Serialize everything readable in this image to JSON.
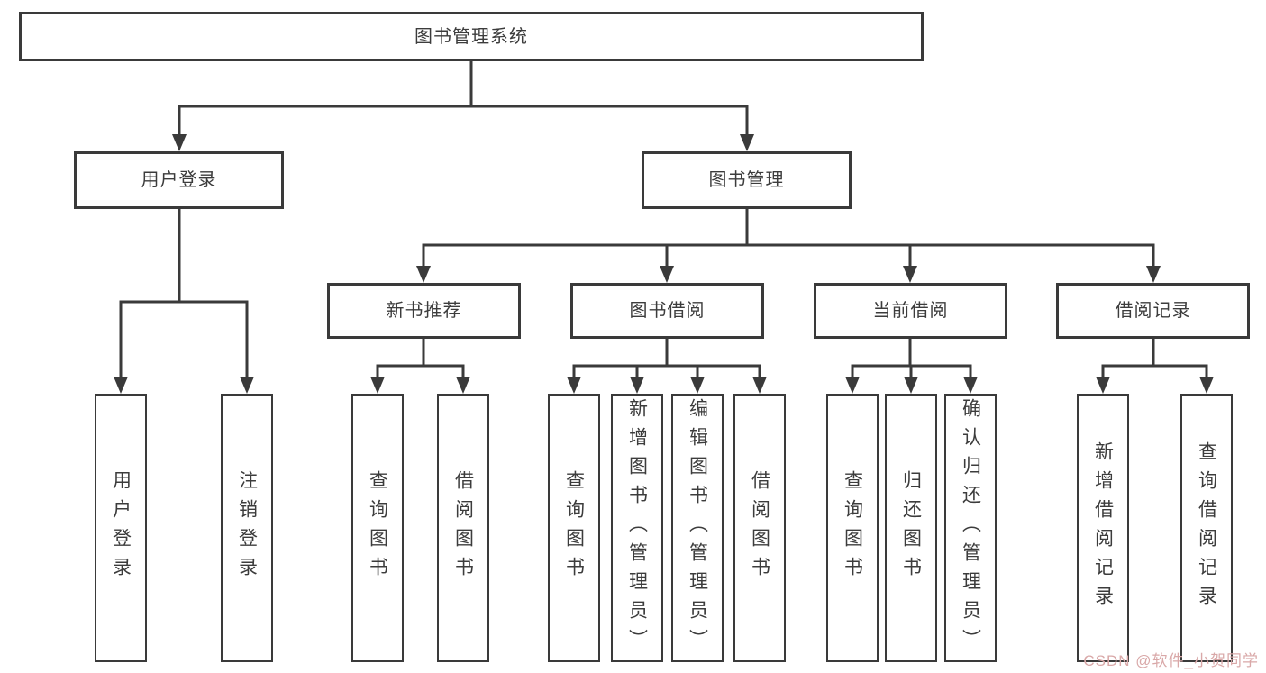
{
  "diagram": {
    "root": {
      "label": "图书管理系统"
    },
    "level2": [
      {
        "label": "用户登录"
      },
      {
        "label": "图书管理"
      }
    ],
    "level3": [
      {
        "label": "新书推荐"
      },
      {
        "label": "图书借阅"
      },
      {
        "label": "当前借阅"
      },
      {
        "label": "借阅记录"
      }
    ],
    "leaves": [
      {
        "label": "用户登录"
      },
      {
        "label": "注销登录"
      },
      {
        "label": "查询图书"
      },
      {
        "label": "借阅图书"
      },
      {
        "label": "查询图书"
      },
      {
        "label": "新增图书（管理员）"
      },
      {
        "label": "编辑图书（管理员）"
      },
      {
        "label": "借阅图书"
      },
      {
        "label": "查询图书"
      },
      {
        "label": "归还图书"
      },
      {
        "label": "确认归还（管理员）"
      },
      {
        "label": "新增借阅记录"
      },
      {
        "label": "查询借阅记录"
      }
    ]
  },
  "watermark": {
    "text": "CSDN @软件_小贺同学"
  },
  "colors": {
    "line": "#3a3a3a",
    "box_background": "#ffffff",
    "text": "#3c3c3c",
    "watermark": "#d9a8a8"
  }
}
